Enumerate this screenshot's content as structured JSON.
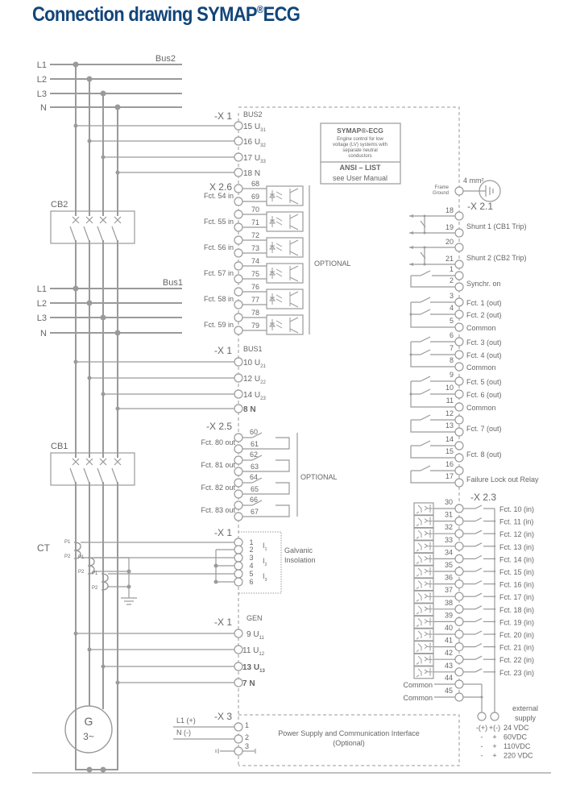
{
  "title": {
    "main": "Connection drawing SYMAP",
    "reg": "®",
    "suffix": "ECG"
  },
  "colors": {
    "title": "#12457a",
    "wire": "#9a9a9a",
    "text": "#666666"
  },
  "bus2": {
    "label": "Bus2",
    "lines": [
      "L1",
      "L2",
      "L3",
      "N"
    ]
  },
  "bus1": {
    "label": "Bus1",
    "lines": [
      "L1",
      "L2",
      "L3",
      "N"
    ]
  },
  "breakers": {
    "cb2": "CB2",
    "cb1": "CB1"
  },
  "ct": {
    "label": "CT",
    "taps": [
      "P1",
      "P2"
    ]
  },
  "generator": {
    "line1": "G",
    "line2": "3~"
  },
  "info_box": {
    "title": "SYMAP®-ECG",
    "description": [
      "Engine control for low",
      "voltage (LV) systems with",
      "separate neutral",
      "conductors"
    ],
    "ansi": "ANSI – LIST",
    "manual": "see User Manual"
  },
  "x1_bus2": {
    "connector": "-X 1",
    "header": "BUS2",
    "terminals": [
      {
        "num": "15",
        "sig": "U",
        "sub": "31"
      },
      {
        "num": "16",
        "sig": "U",
        "sub": "32"
      },
      {
        "num": "17",
        "sig": "U",
        "sub": "33"
      },
      {
        "num": "18",
        "sig": "N",
        "sub": ""
      }
    ]
  },
  "x26": {
    "connector": "X 2.6",
    "optional": "OPTIONAL",
    "inputs": [
      {
        "label": "Fct. 54 in",
        "pins": [
          "68",
          "69"
        ]
      },
      {
        "label": "Fct. 55 in",
        "pins": [
          "70",
          "71"
        ]
      },
      {
        "label": "Fct. 56 in",
        "pins": [
          "72",
          "73"
        ]
      },
      {
        "label": "Fct. 57 in",
        "pins": [
          "74",
          "75"
        ]
      },
      {
        "label": "Fct. 58 in",
        "pins": [
          "76",
          "77"
        ]
      },
      {
        "label": "Fct. 59 in",
        "pins": [
          "78",
          "79"
        ]
      }
    ]
  },
  "x1_bus1": {
    "connector": "-X 1",
    "header": "BUS1",
    "terminals": [
      {
        "num": "10",
        "sig": "U",
        "sub": "21"
      },
      {
        "num": "12",
        "sig": "U",
        "sub": "22"
      },
      {
        "num": "14",
        "sig": "U",
        "sub": "23"
      },
      {
        "num": "8",
        "sig": "N",
        "sub": ""
      }
    ]
  },
  "x25": {
    "connector": "-X 2.5",
    "optional": "OPTIONAL",
    "outputs": [
      {
        "label": "Fct. 80 out",
        "pins": [
          "60",
          "61"
        ]
      },
      {
        "label": "Fct. 81 out",
        "pins": [
          "62",
          "63"
        ]
      },
      {
        "label": "Fct. 82 out",
        "pins": [
          "64",
          "65"
        ]
      },
      {
        "label": "Fct. 83 out",
        "pins": [
          "66",
          "67"
        ]
      }
    ]
  },
  "x1_ct": {
    "connector": "-X 1",
    "pins": [
      "1",
      "2",
      "3",
      "4",
      "5",
      "6"
    ],
    "currents": [
      {
        "sig": "I",
        "sub": "1"
      },
      {
        "sig": "I",
        "sub": "2"
      },
      {
        "sig": "I",
        "sub": "3"
      }
    ],
    "isolation": [
      "Galvanic",
      "Insolation"
    ]
  },
  "x1_gen": {
    "connector": "-X 1",
    "header": "GEN",
    "terminals": [
      {
        "num": "9",
        "sig": "U",
        "sub": "11"
      },
      {
        "num": "11",
        "sig": "U",
        "sub": "12"
      },
      {
        "num": "13",
        "sig": "U",
        "sub": "13"
      },
      {
        "num": "7",
        "sig": "N",
        "sub": ""
      }
    ]
  },
  "x3": {
    "connector": "-X 3",
    "pins": [
      "1",
      "2",
      "3"
    ],
    "inputs": [
      "L1 (+)",
      "N  (-)"
    ],
    "box": [
      "Power Supply and Communication Interface",
      "(Optional)"
    ]
  },
  "frame_ground": {
    "label": [
      "Frame",
      "Ground"
    ],
    "wire": "4 mm²"
  },
  "x21": {
    "connector": "-X 2.1",
    "shunts": [
      {
        "pins": [
          "18",
          "19"
        ],
        "label": "Shunt 1 (CB1 Trip)"
      },
      {
        "pins": [
          "20",
          "21"
        ],
        "label": "Shunt 2 (CB2 Trip)"
      }
    ],
    "terminals": [
      {
        "pin": "1",
        "label": ""
      },
      {
        "pin": "2",
        "label": "Synchr. on"
      },
      {
        "pin": "3",
        "label": "Fct. 1 (out)"
      },
      {
        "pin": "4",
        "label": "Fct. 2 (out)"
      },
      {
        "pin": "5",
        "label": "Common"
      },
      {
        "pin": "6",
        "label": "Fct. 3 (out)"
      },
      {
        "pin": "7",
        "label": "Fct. 4 (out)"
      },
      {
        "pin": "8",
        "label": "Common"
      },
      {
        "pin": "9",
        "label": "Fct. 5 (out)"
      },
      {
        "pin": "10",
        "label": "Fct. 6 (out)"
      },
      {
        "pin": "11",
        "label": "Common"
      },
      {
        "pin": "12",
        "label": ""
      },
      {
        "pin": "13",
        "label": "Fct. 7 (out)"
      },
      {
        "pin": "14",
        "label": ""
      },
      {
        "pin": "15",
        "label": "Fct. 8 (out)"
      },
      {
        "pin": "16",
        "label": ""
      },
      {
        "pin": "17",
        "label": "Failure Lock out Relay"
      }
    ]
  },
  "x23": {
    "connector": "-X 2.3",
    "inputs": [
      {
        "pin": "30",
        "label": "Fct. 10 (in)"
      },
      {
        "pin": "31",
        "label": "Fct. 11 (in)"
      },
      {
        "pin": "32",
        "label": "Fct. 12 (in)"
      },
      {
        "pin": "33",
        "label": "Fct. 13 (in)"
      },
      {
        "pin": "34",
        "label": "Fct. 14 (in)"
      },
      {
        "pin": "35",
        "label": "Fct. 15 (in)"
      },
      {
        "pin": "36",
        "label": "Fct. 16 (in)"
      },
      {
        "pin": "37",
        "label": "Fct. 17 (in)"
      },
      {
        "pin": "38",
        "label": "Fct. 18 (in)"
      },
      {
        "pin": "39",
        "label": "Fct. 19 (in)"
      },
      {
        "pin": "40",
        "label": "Fct. 20 (in)"
      },
      {
        "pin": "41",
        "label": "Fct. 21 (in)"
      },
      {
        "pin": "42",
        "label": "Fct. 22 (in)"
      },
      {
        "pin": "43",
        "label": "Fct. 23 (in)"
      }
    ],
    "commons": [
      {
        "pin": "44",
        "label": "Common"
      },
      {
        "pin": "45",
        "label": "Common"
      }
    ]
  },
  "supply": {
    "title": [
      "external",
      "supply"
    ],
    "rows": [
      {
        "neg": "-(+)",
        "pos": "+(-)",
        "volt": "24 VDC"
      },
      {
        "neg": "-",
        "pos": "+",
        "volt": "60VDC"
      },
      {
        "neg": "-",
        "pos": "+",
        "volt": "110VDC"
      },
      {
        "neg": "-",
        "pos": "+",
        "volt": "220 VDC"
      }
    ]
  }
}
